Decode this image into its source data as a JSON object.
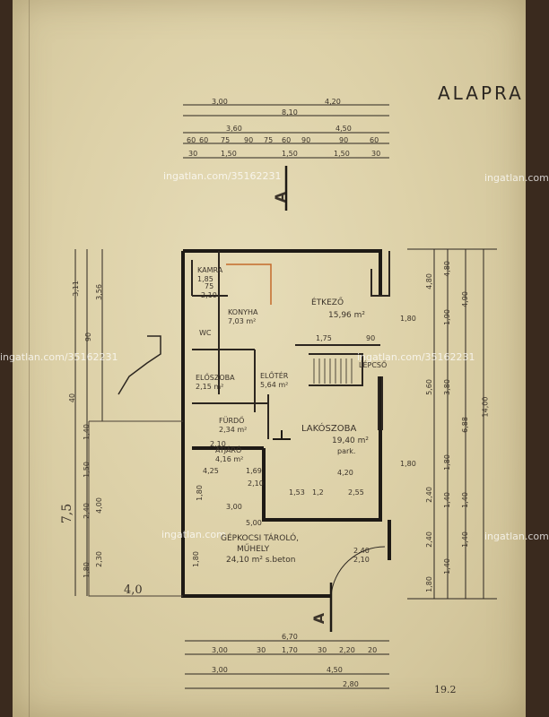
{
  "sheet": {
    "title": "ALAPRA",
    "page_note": "19.2"
  },
  "watermarks": [
    "ingatlan.com/35162231",
    "ingatlan.com/35162231",
    "ingatlan.com/35162231",
    "ingatlan.com",
    "ingatlan.com",
    "ingatlan.com"
  ],
  "section_marks": [
    "A",
    "A"
  ],
  "rooms": {
    "kamra": [
      "KAMRA",
      "1,85"
    ],
    "konyha": [
      "KONYHA",
      "7,03 m²"
    ],
    "etkezo": [
      "ÉTKEZŐ",
      "15,96 m²"
    ],
    "wc": "WC",
    "eloszoba": [
      "ELŐSZOBA",
      "2,15 m²"
    ],
    "eloter": [
      "ELŐTÉR",
      "5,64 m²"
    ],
    "lepcso": "LÉPCSŐ",
    "furdo": [
      "FÜRDŐ",
      "2,34 m²"
    ],
    "lakoszoba": [
      "LAKÓSZOBA",
      "19,40 m²",
      "park."
    ],
    "atjaro": [
      "ÁTJÁRÓ",
      "4,16 m²"
    ],
    "garage": [
      "GÉPKOCSI TÁROLÓ,",
      "MŰHELY",
      "24,10 m²  s.beton"
    ]
  },
  "dims_top": [
    "3,00",
    "4,20",
    "8,10",
    "3,60",
    "4,50",
    "60",
    "60",
    "75",
    "90",
    "75",
    "60",
    "90",
    "90",
    "60",
    "30",
    "1,50",
    "1,50",
    "1,50",
    "30"
  ],
  "dims_bottom": [
    "6,70",
    "3,00",
    "30",
    "1,70",
    "30",
    "2,20",
    "20",
    "3,00",
    "4,50",
    "2,80"
  ],
  "dims_left": [
    "3,11",
    "3,56",
    "90",
    "40",
    "1,40",
    "1,50",
    "2,40",
    "4,00",
    "2,30",
    "1,80",
    "7,5",
    "4,0"
  ],
  "dims_right": [
    "4,80",
    "4,80",
    "4,90",
    "1,90",
    "5,60",
    "3,80",
    "14,00",
    "6,88",
    "1,80",
    "2,40",
    "1,40",
    "1,40",
    "2,40",
    "1,40",
    "1,40",
    "1,80"
  ],
  "dims_inner": [
    "75",
    "2,10",
    "1,75",
    "90",
    "4,20",
    "1,53",
    "1,2",
    "2,55",
    "3,00",
    "5,00",
    "4,25",
    "1,69",
    "2,10",
    "2,40",
    "2,10",
    "1,80",
    "1,80",
    "1,80",
    "1,80",
    "2,10"
  ]
}
